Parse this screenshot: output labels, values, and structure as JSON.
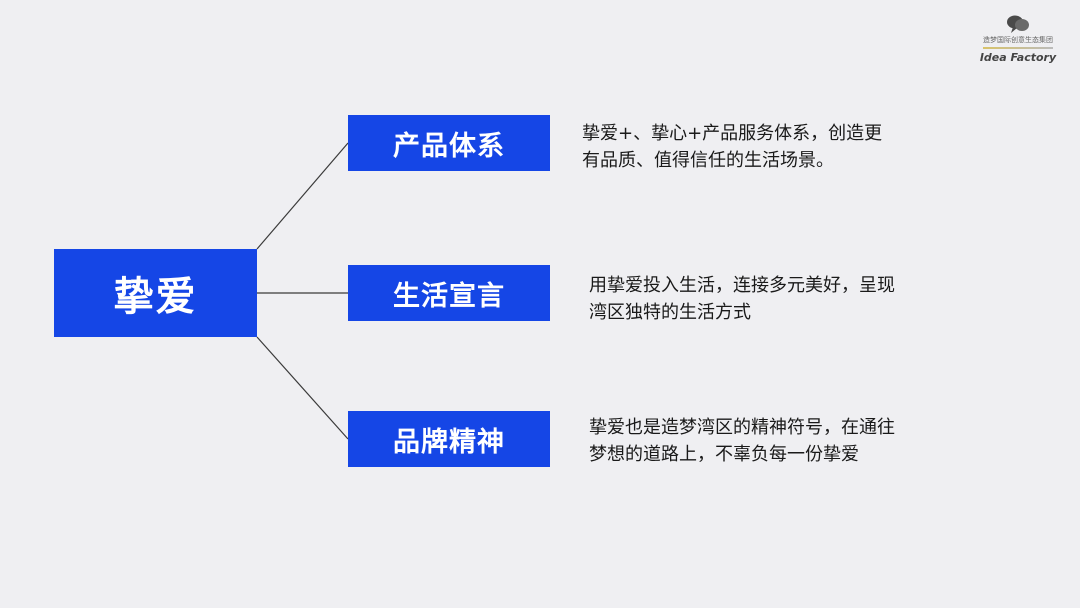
{
  "root": {
    "label": "挚爱"
  },
  "branches": [
    {
      "label": "产品体系",
      "desc_lines": [
        "挚爱+、挚心+产品服务体系，创造更",
        "有品质、值得信任的生活场景。"
      ]
    },
    {
      "label": "生活宣言",
      "desc_lines": [
        "用挚爱投入生活，连接多元美好，呈现",
        "湾区独特的生活方式"
      ]
    },
    {
      "label": "品牌精神",
      "desc_lines": [
        "挚爱也是造梦湾区的精神符号，在通往",
        "梦想的道路上，不辜负每一份挚爱"
      ]
    }
  ],
  "logo": {
    "subtitle": "造梦国际创意生态集团",
    "name": "Idea Factory",
    "icon": "speech-bubbles-icon"
  },
  "colors": {
    "box_fill": "#1546e6",
    "background": "#efeff2",
    "connector": "#3a3a3a"
  }
}
